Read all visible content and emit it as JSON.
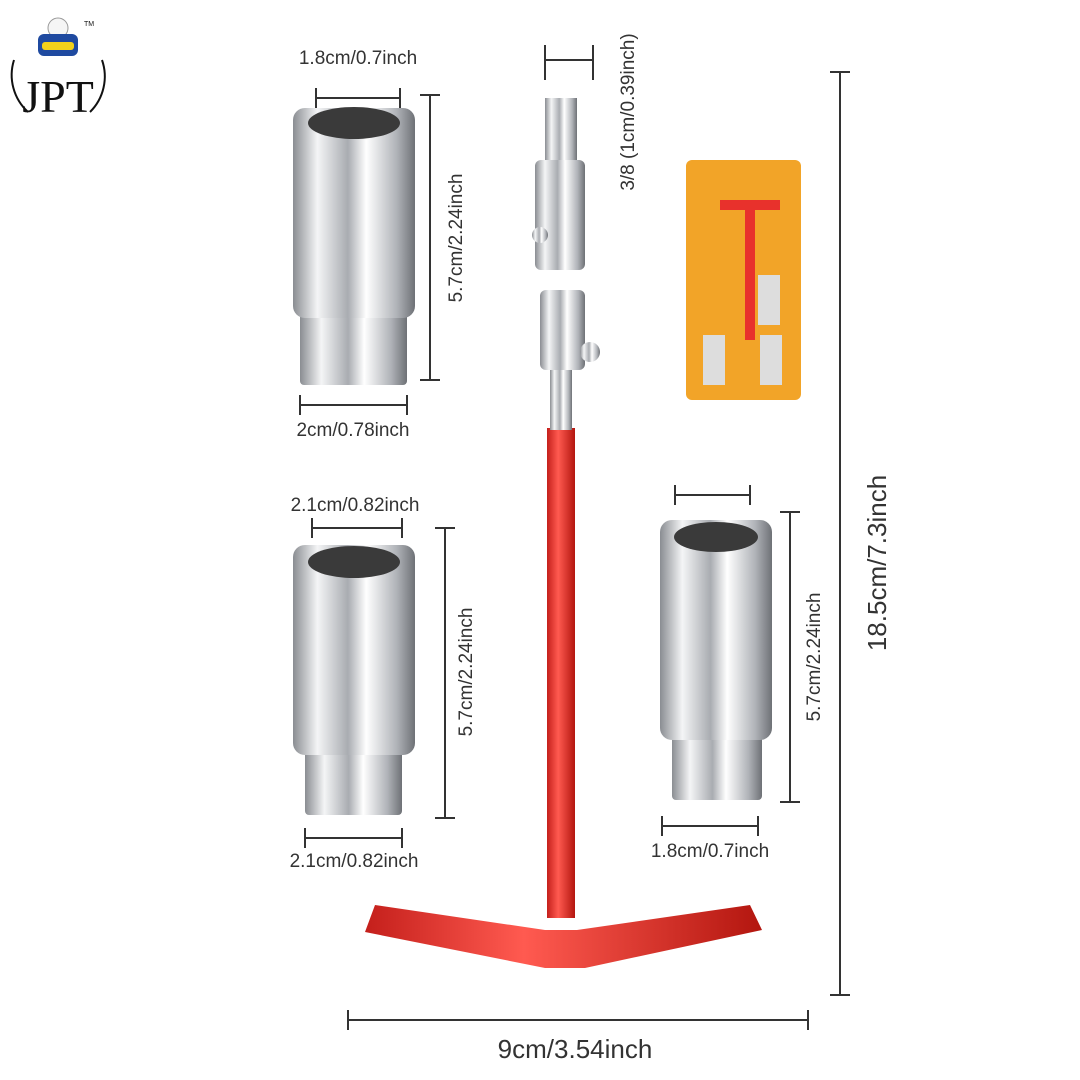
{
  "logo": {
    "text": "JPT",
    "trademark": "TM"
  },
  "dimensions": {
    "socket_top_left": {
      "top": "1.8cm/0.7inch",
      "height": "5.7cm/2.24inch",
      "bottom": "2cm/0.78inch"
    },
    "socket_mid_left": {
      "top": "2.1cm/0.82inch",
      "height": "5.7cm/2.24inch",
      "bottom": "2.1cm/0.82inch"
    },
    "socket_right": {
      "height": "5.7cm/2.24inch",
      "bottom": "1.8cm/0.7inch"
    },
    "drive": "3/8 (1cm/0.39inch)",
    "overall_height": "18.5cm/7.3inch",
    "overall_width": "9cm/3.54inch"
  },
  "colors": {
    "handle": "#e8312c",
    "chrome": "#c9ccd0",
    "package": "#f2a428"
  }
}
